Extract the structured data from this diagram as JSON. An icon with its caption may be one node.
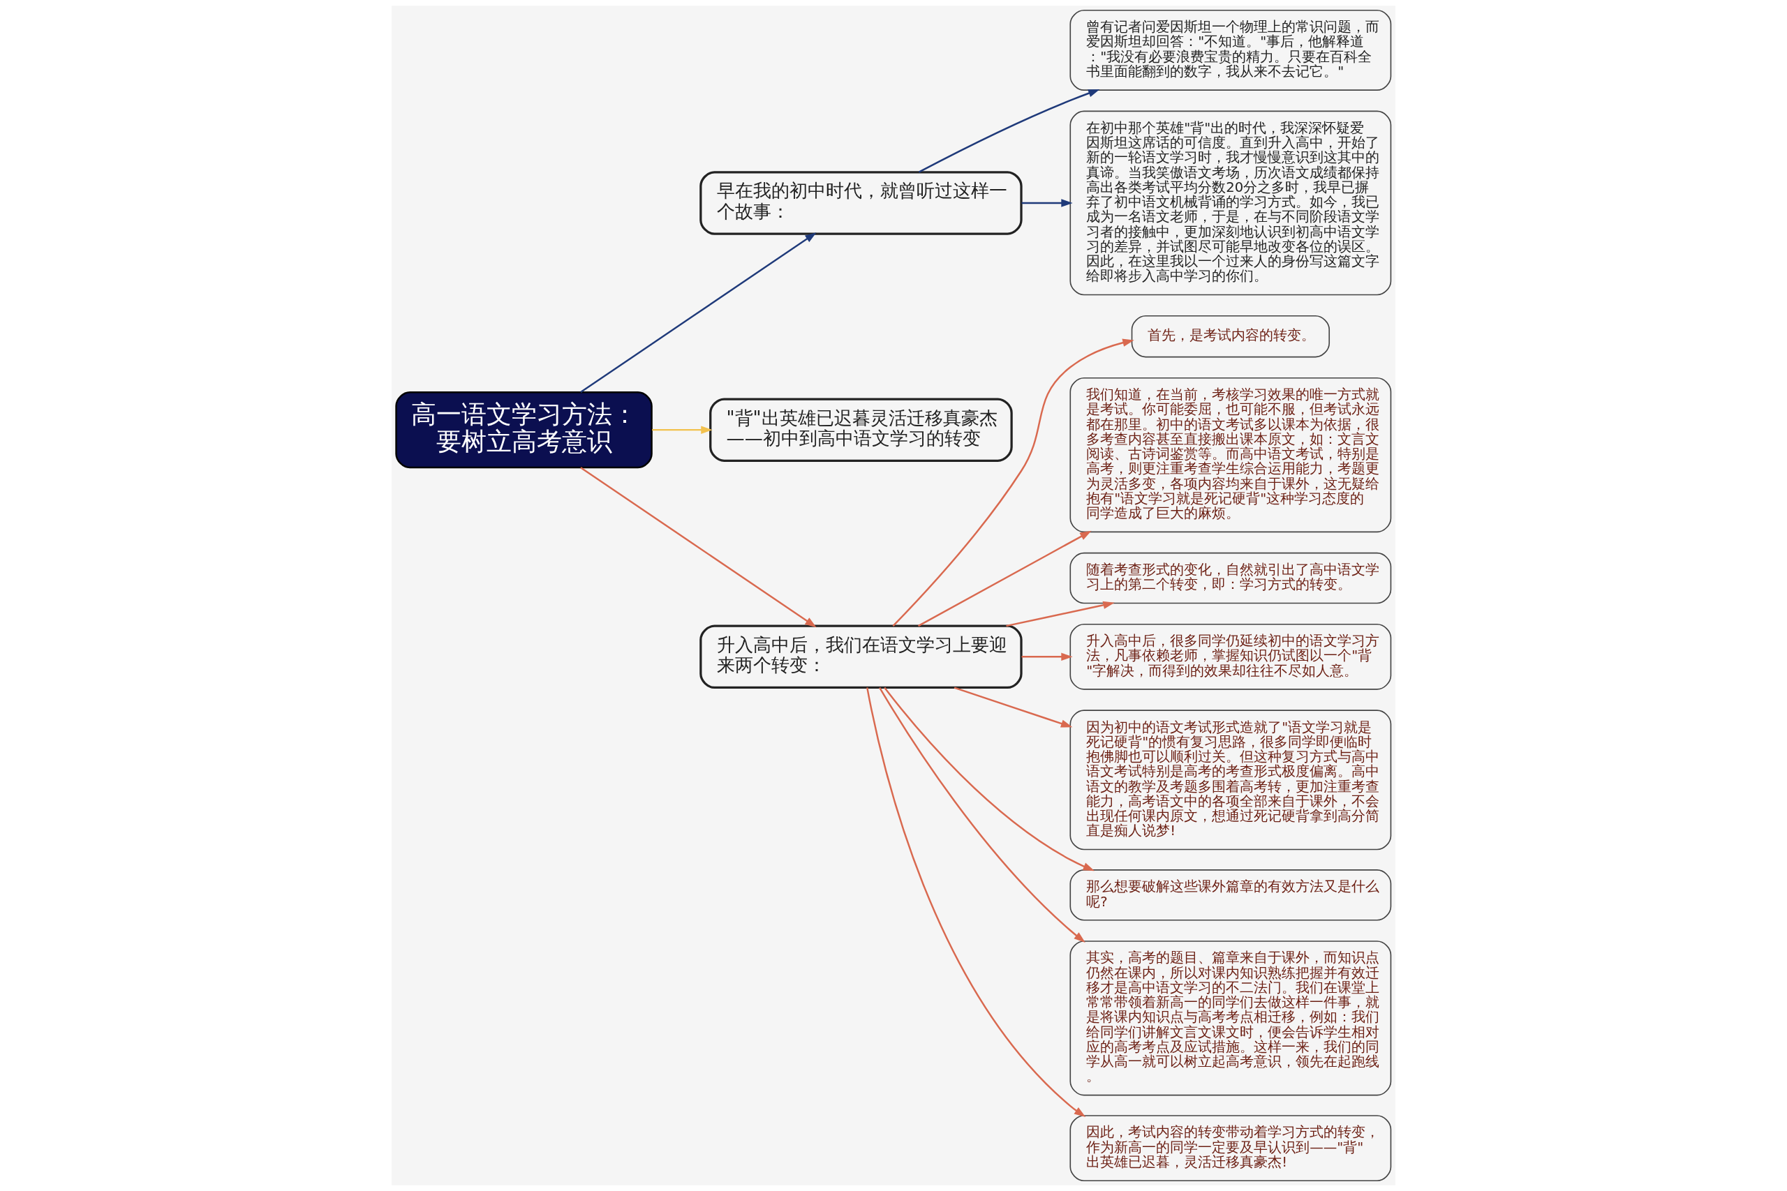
{
  "diagram": {
    "nodes": [
      {
        "text": [
          "高一语文学习方法：要树立高考意识"
        ]
      },
      {
        "text": [
          "早在我的初中时代，就曾听过这样一个故事："
        ]
      },
      {
        "text": [
          "曾有记者问爱因斯坦一个物理上的常识问题，而爱因斯坦却回答：\"不知道。\"事后，他解释道：\"我没有必要浪费宝贵的精力。只要在百科全书里面能翻到的数字，我从来不去记它。\""
        ]
      },
      {
        "text": [
          "在初中那个英雄\"背\"出的时代，我深深怀疑爱因斯坦这席话的可信度。直到升入高中，开始了新的一轮语文学习时，我才慢慢意识到这其中的真谛。当我笑傲语文考场，历次语文成绩都保持高出各类考试平均分数20分之多时，我早已摒弃了初中语文机械背诵的学习方式。如今，我已成为一名语文老师，于是，在与不同阶段语文学习者的接触中，更加深刻地认识到初高中语文学习的差异，并试图尽可能早地改变各位的误区。因此，在这里我以一个过来人的身份写这篇文字给即将步入高中学习的你们。"
        ]
      },
      {
        "text": [
          "\"背\"出英雄已迟暮灵活迁移真豪杰——初中到高中语文学习的转变"
        ]
      },
      {
        "text": [
          "升入高中后，我们在语文学习上要迎来两个转变："
        ]
      },
      {
        "text": [
          "首先，是考试内容的转变。"
        ]
      },
      {
        "text": [
          "我们知道，在当前，考核学习效果的唯一方式就是考试。你可能委屈，也可能不服，但考试永远都在那里。初中的语文考试多以课本为依据，很多考查内容甚至直接搬出课本原文，如：文言文阅读、古诗词鉴赏等。而高中语文考试，特别是高考，则更注重考查学生综合运用能力，考题更为灵活多变，各项内容均来自于课外，这无疑给抱有\"语文学习就是死记硬背\"这种学习态度的同学造成了巨大的麻烦。"
        ]
      },
      {
        "text": [
          "随着考查形式的变化，自然就引出了高中语文学习上的第二个转变，即：学习方式的转变。"
        ]
      },
      {
        "text": [
          "升入高中后，很多同学仍延续初中的语文学习方法，凡事依赖老师，掌握知识仍试图以一个\"背\"字解决，而得到的效果却往往不尽如人意。"
        ]
      },
      {
        "text": [
          "因为初中的语文考试形式造就了\"语文学习就是死记硬背\"的惯有复习思路，很多同学即便临时抱佛脚也可以顺利过关。但这种复习方式与高中语文考试特别是高考的考查形式极度偏离。高中语文的教学及考题多围着高考转，更加注重考查能力，高考语文中的各项全部来自于课外，不会出现任何课内原文，想通过死记硬背拿到高分简直是痴人说梦!"
        ]
      },
      {
        "text": [
          "那么想要破解这些课外篇章的有效方法又是什么呢?"
        ]
      },
      {
        "text": [
          "其实，高考的题目、篇章来自于课外，而知识点仍然在课内，所以对课内知识熟练把握并有效迁移才是高中语文学习的不二法门。我们在课堂上常常带领着新高一的同学们去做这样一件事，就是将课内知识点与高考考点相迁移，例如：我们给同学们讲解文言文课文时，便会告诉学生相对应的高考考点及应试措施。这样一来，我们的同学从高一就可以树立起高考意识，领先在起跑线。"
        ]
      },
      {
        "text": [
          "因此，考试内容的转变带动着学习方式的转变，作为新高一的同学一定要及早认识到——\"背\"出英雄已迟暮，灵活迁移真豪杰!"
        ]
      }
    ],
    "edges": [
      {
        "from": 0,
        "to": 1,
        "arrow": "to",
        "color": "#1f3a7a"
      },
      {
        "from": 1,
        "to": 2,
        "arrow": "to",
        "color": "#1f3a7a"
      },
      {
        "from": 1,
        "to": 3,
        "arrow": "to",
        "color": "#1f3a7a"
      },
      {
        "from": 0,
        "to": 4,
        "arrow": "to",
        "color": "#f2c14e"
      },
      {
        "from": 0,
        "to": 5,
        "arrow": "to"
      },
      {
        "from": 5,
        "to": 6,
        "arrow": "to"
      },
      {
        "from": 5,
        "to": 7,
        "arrow": "to"
      },
      {
        "from": 5,
        "to": 8,
        "arrow": "to"
      },
      {
        "from": 5,
        "to": 9,
        "arrow": "to"
      },
      {
        "from": 5,
        "to": 10,
        "arrow": "to"
      },
      {
        "from": 5,
        "to": 11,
        "arrow": "to"
      },
      {
        "from": 5,
        "to": 12,
        "arrow": "to"
      },
      {
        "from": 5,
        "to": 13,
        "arrow": "to"
      }
    ]
  }
}
